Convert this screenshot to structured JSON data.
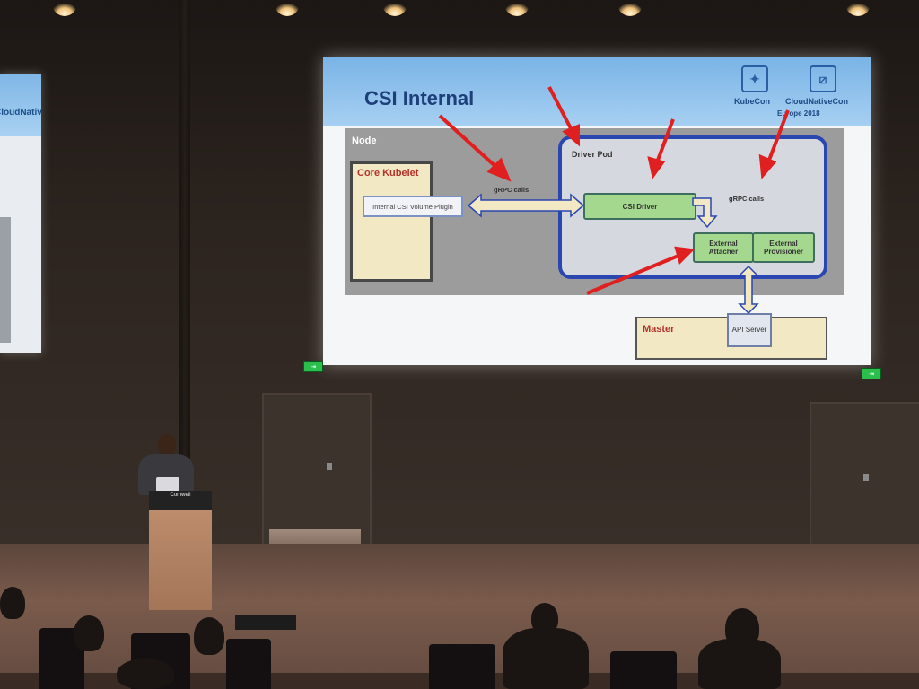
{
  "slide": {
    "title": "CSI Internal",
    "logos": {
      "kubecon": "KubeCon",
      "cncf": "CloudNativeCon",
      "event": "Europe 2018"
    },
    "node_label": "Node",
    "core_kubelet": "Core Kubelet",
    "internal_plugin": "Internal CSI Volume Plugin",
    "grpc_calls_left": "gRPC calls",
    "grpc_calls_right": "gRPC calls",
    "driver_pod": "Driver Pod",
    "csi_driver": "CSI Driver",
    "external_attacher": "External Attacher",
    "external_provisioner": "External Provisioner",
    "master": "Master",
    "api_server": "API Server"
  },
  "left_screen": {
    "logo_text": "CloudNativeCon"
  },
  "podium": {
    "sign": "Comwell"
  },
  "colors": {
    "slide_header": "#79b3e6",
    "title_text": "#1e3f7a",
    "driver_pod_border": "#2a46b0",
    "green_box": "#a5d88f",
    "label_red": "#b4322c",
    "annotation_arrow": "#e02020"
  }
}
